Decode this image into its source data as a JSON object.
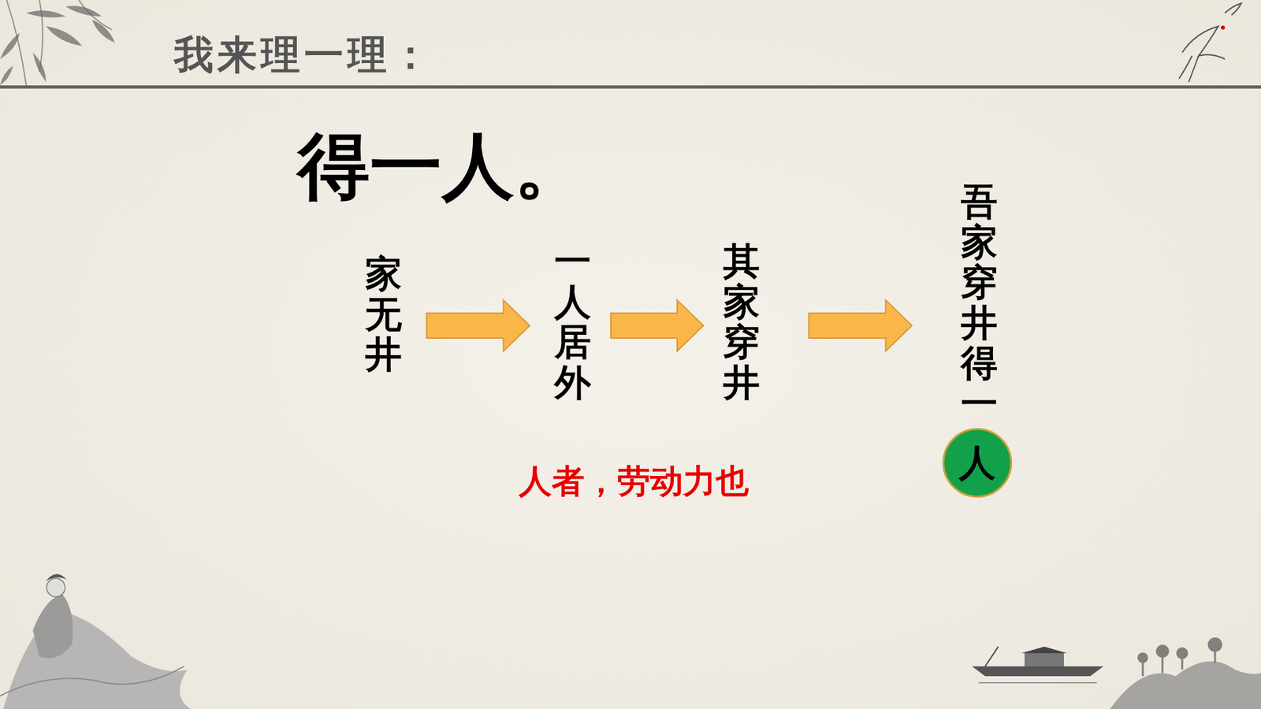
{
  "diagram": {
    "title": "我来理一理：",
    "nodes": [
      {
        "text": [
          "家无井"
        ]
      },
      {
        "text": [
          "一人居外"
        ]
      },
      {
        "text": [
          "其家穿井"
        ]
      },
      {
        "text": [
          "吾家穿井得一"
        ]
      },
      {
        "text": [
          "人"
        ]
      }
    ],
    "edges": [
      {
        "from": 0,
        "to": 1,
        "arrow": "to"
      },
      {
        "from": 1,
        "to": 2,
        "arrow": "to"
      },
      {
        "from": 2,
        "to": 3,
        "arrow": "to"
      }
    ],
    "labels": [
      "得一人。",
      "人者，劳动力也"
    ]
  }
}
